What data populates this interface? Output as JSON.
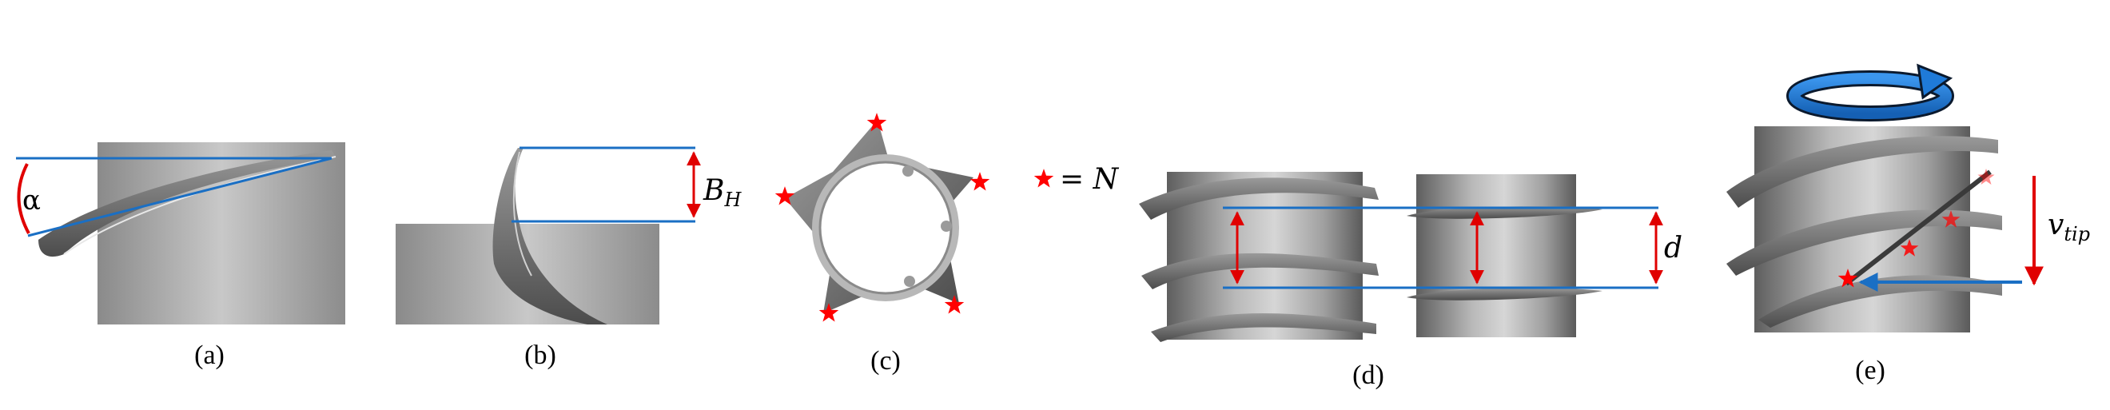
{
  "panels": {
    "a": {
      "caption": "(a)",
      "angle_label": "α"
    },
    "b": {
      "caption": "(b)",
      "dim_label": "B",
      "dim_sub": "H"
    },
    "c": {
      "caption": "(c)"
    },
    "legend": {
      "equals": "= N"
    },
    "d": {
      "caption": "(d)",
      "dim_label": "d"
    },
    "e": {
      "caption": "(e)",
      "speed_label": "v",
      "speed_sub": "tip"
    }
  },
  "colors": {
    "guide_line": "#1a6fc4",
    "dimension_arrow": "#e00000",
    "marker_star": "#ff0000",
    "marker_star_faded": "#f4a0a0",
    "surface_dark": "#6f6f6f",
    "surface_light": "#c4c4c4",
    "rotation_arrow_fill": "#1f7ad8",
    "rotation_arrow_outline": "#0b1a2e"
  },
  "icons": {
    "marker": "red-star-icon",
    "rotation": "rotation-arrow-icon"
  }
}
